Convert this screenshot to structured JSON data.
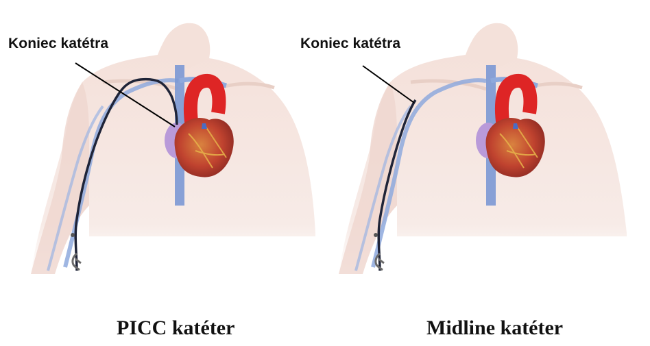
{
  "panels": [
    {
      "callout": "Koniec katétra",
      "caption": "PICC katéter"
    },
    {
      "callout": "Koniec katétra",
      "caption": "Midline katéter"
    }
  ],
  "colors": {
    "skin": "#f6e6e0",
    "vein": "#7d9cd6",
    "heart": "#c8483a",
    "aorta": "#e02626",
    "atrium": "#b89ad8",
    "catheter": "#1f2438"
  }
}
